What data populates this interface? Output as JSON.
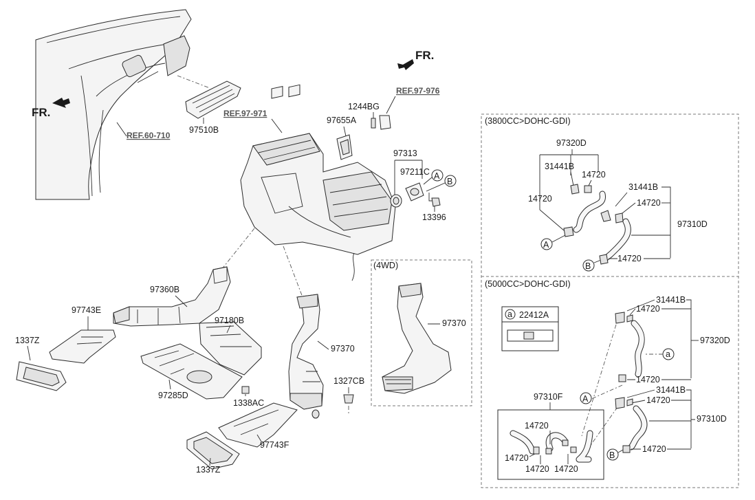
{
  "fr_labels": [
    "FR.",
    "FR."
  ],
  "references": {
    "ref_60_710": "REF.60-710",
    "ref_97_971": "REF.97-971",
    "ref_97_976": "REF.97-976"
  },
  "part_labels": {
    "p97510B": "97510B",
    "p1244BG": "1244BG",
    "p97655A": "97655A",
    "p97313": "97313",
    "p97211C": "97211C",
    "p13396": "13396",
    "p97360B": "97360B",
    "p97743E": "97743E",
    "p1337Z_left": "1337Z",
    "p97180B": "97180B",
    "p97285D": "97285D",
    "p1338AC": "1338AC",
    "p97370_main": "97370",
    "p1327CB": "1327CB",
    "p97743F": "97743F",
    "p1337Z_bottom": "1337Z",
    "p97370_4wd": "97370"
  },
  "callouts": {
    "A": "A",
    "B": "B",
    "a": "a"
  },
  "section_4wd": {
    "title": "(4WD)"
  },
  "section_3800": {
    "title": "(3800CC>DOHC-GDI)",
    "labels": {
      "p97320D": "97320D",
      "p31441B_a": "31441B",
      "p14720_a": "14720",
      "p14720_b": "14720",
      "p31441B_b": "31441B",
      "p14720_c": "14720",
      "p97310D": "97310D",
      "p14720_d": "14720"
    }
  },
  "section_5000": {
    "title": "(5000CC>DOHC-GDI)",
    "legend_code": "22412A",
    "labels": {
      "p31441B_a": "31441B",
      "p14720_a": "14720",
      "p97320D": "97320D",
      "p14720_b": "14720",
      "p97310F": "97310F",
      "p31441B_b": "31441B",
      "p14720_c": "14720",
      "p97310D": "97310D",
      "p14720_d": "14720"
    },
    "inset_labels": {
      "p14720_a": "14720",
      "p14720_b": "14720",
      "p14720_c": "14720",
      "p14720_d": "14720"
    }
  }
}
